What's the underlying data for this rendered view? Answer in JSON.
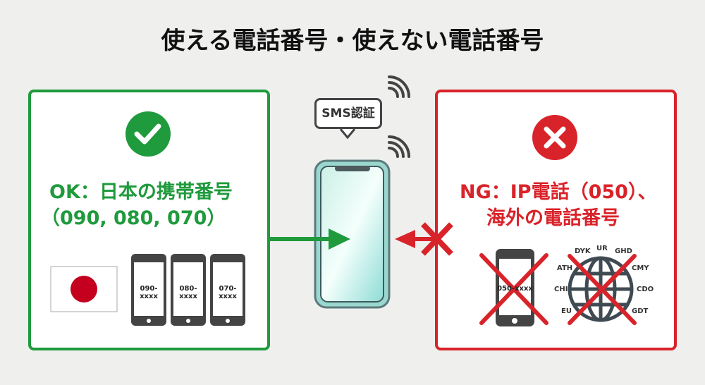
{
  "title": "使える電話番号・使えない電話番号",
  "center": {
    "bubble": "SMS認証",
    "icons": [
      "phone-icon",
      "signal-icon"
    ]
  },
  "ok": {
    "line1": "OK：日本の携帯番号",
    "line2": "（090, 080, 070）",
    "phones": [
      "090-xxxx",
      "080-xxxx",
      "070-xxxx"
    ],
    "color": "#1f9a3c",
    "icon": "check-circle-icon"
  },
  "ng": {
    "line1": "NG：IP電話（050）、",
    "line2": "海外の電話番号",
    "phone": "050-xxxx",
    "globe_labels": [
      "DYK",
      "UR",
      "GHD",
      "ATH",
      "CMY",
      "CHI",
      "CDO",
      "EU",
      "GDT"
    ],
    "color": "#d9232a",
    "icon": "x-circle-icon"
  }
}
